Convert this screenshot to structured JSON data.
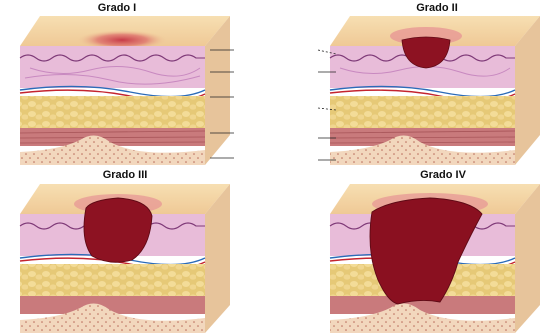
{
  "stages": [
    {
      "title": "Grado I"
    },
    {
      "title": "Grado II"
    },
    {
      "title": "Grado III"
    },
    {
      "title": "Grado IV"
    }
  ],
  "colors": {
    "epidermis_top": "#f4d6a8",
    "dermis": "#e6b8d8",
    "fat": "#e8c878",
    "muscle": "#c87878",
    "bone": "#f0d4b8",
    "wound": "#8a1020",
    "leader": "#222222"
  }
}
